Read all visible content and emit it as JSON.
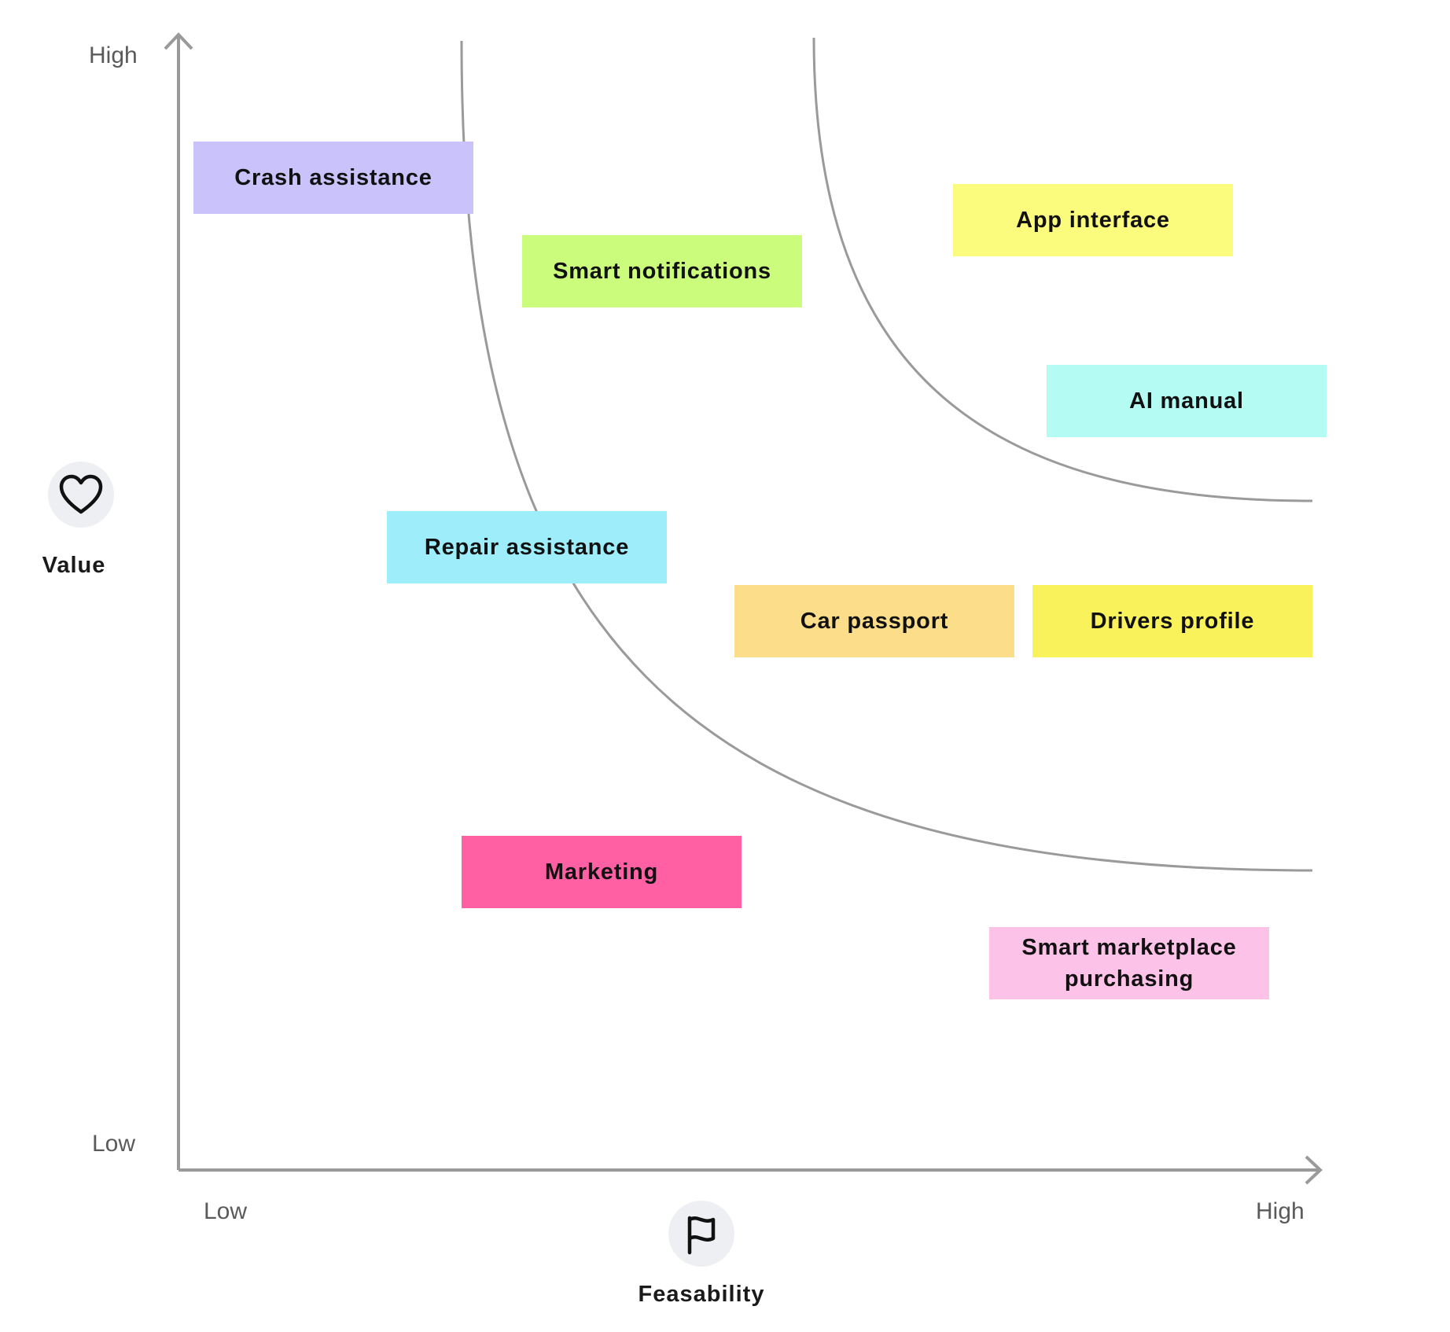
{
  "y_axis": {
    "title": "Value",
    "high_label": "High",
    "low_label": "Low",
    "icon": "heart-icon"
  },
  "x_axis": {
    "title": "Feasability",
    "low_label": "Low",
    "high_label": "High",
    "icon": "flag-icon"
  },
  "colors": {
    "axis": "#9a9a9a",
    "curve": "#9a9a9a",
    "icon_bg": "#eeeff3"
  },
  "stickies": [
    {
      "id": "crash-assistance",
      "text": "Crash assistance",
      "color": "#c9c2fb"
    },
    {
      "id": "smart-notifications",
      "text": "Smart notifications",
      "color": "#cbfc7b"
    },
    {
      "id": "app-interface",
      "text": "App interface",
      "color": "#fbfb7d"
    },
    {
      "id": "ai-manual",
      "text": "AI manual",
      "color": "#b4fcf3"
    },
    {
      "id": "repair-assistance",
      "text": "Repair assistance",
      "color": "#9dedfb"
    },
    {
      "id": "car-passport",
      "text": "Car passport",
      "color": "#fcdd8a"
    },
    {
      "id": "drivers-profile",
      "text": "Drivers profile",
      "color": "#faf25a"
    },
    {
      "id": "marketing",
      "text": "Marketing",
      "color": "#ff5fa3"
    },
    {
      "id": "smart-marketplace-purchasing",
      "text": "Smart marketplace purchasing",
      "color": "#fdc2e8"
    }
  ]
}
